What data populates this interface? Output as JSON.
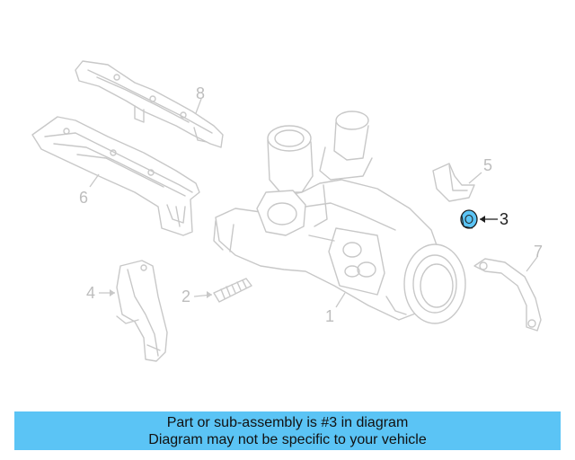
{
  "callouts": {
    "c1": "1",
    "c2": "2",
    "c3": "3",
    "c4": "4",
    "c5": "5",
    "c6": "6",
    "c7": "7",
    "c8": "8"
  },
  "highlighted_callout": "3",
  "colors": {
    "highlight_part": "#5bc4f5",
    "banner_bg": "#5bc4f5",
    "line_art": "#c8c8c8"
  },
  "banner": {
    "line1": "Part or sub-assembly is #3 in diagram",
    "line2": "Diagram may not be specific to your vehicle"
  }
}
